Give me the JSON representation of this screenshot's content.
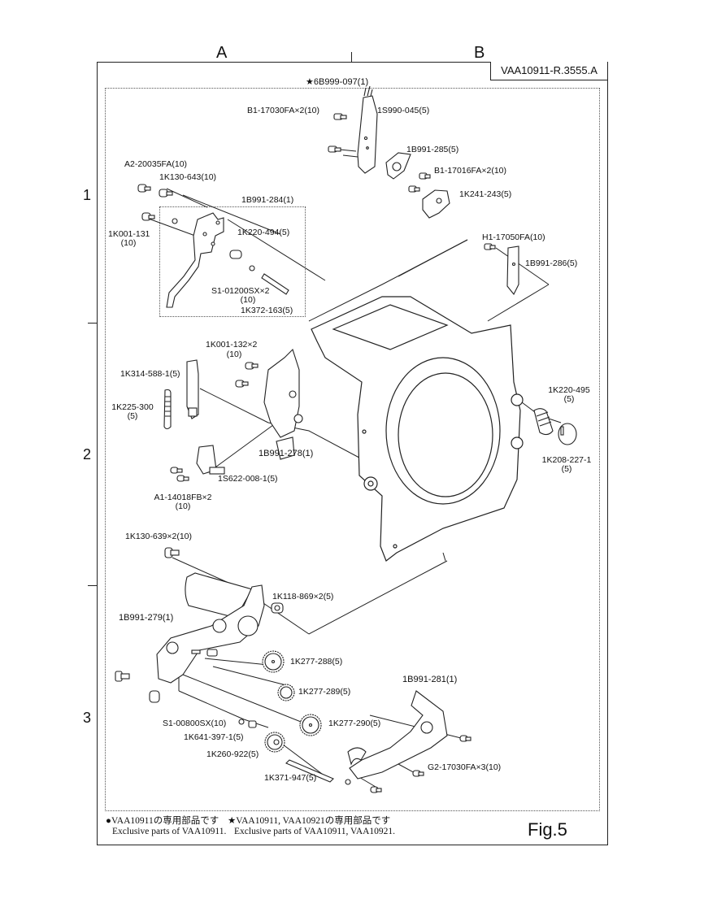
{
  "grid": {
    "columns": [
      "A",
      "B"
    ],
    "rows": [
      "1",
      "2",
      "3"
    ]
  },
  "document_id": "VAA10911-R.3555.A",
  "assembly_title": "★6B999-097(1)",
  "parts": {
    "b1_17030fa": "B1-17030FA×2(10)",
    "s1s990_045": "1S990-045(5)",
    "b991_285": "1B991-285(5)",
    "b1_17016fa": "B1-17016FA×2(10)",
    "k241_243": "1K241-243(5)",
    "a2_20035fa": "A2-20035FA(10)",
    "k130_643": "1K130-643(10)",
    "b991_284": "1B991-284(1)",
    "k001_131_a": "1K001-131",
    "k001_131_b": "(10)",
    "k220_494": "1K220-494(5)",
    "s1_01200sx_a": "S1-01200SX×2",
    "s1_01200sx_b": "(10)",
    "k372_163": "1K372-163(5)",
    "h1_17050fa": "H1-17050FA(10)",
    "b991_286": "1B991-286(5)",
    "k001_132_a": "1K001-132×2",
    "k001_132_b": "(10)",
    "k314_588": "1K314-588-1(5)",
    "k225_300_a": "1K225-300",
    "k225_300_b": "(5)",
    "b991_278": "1B991-278(1)",
    "s622_008": "1S622-008-1(5)",
    "a1_14018fb_a": "A1-14018FB×2",
    "a1_14018fb_b": "(10)",
    "k220_495_a": "1K220-495",
    "k220_495_b": "(5)",
    "k208_227_a": "1K208-227-1",
    "k208_227_b": "(5)",
    "k130_639": "1K130-639×2(10)",
    "k118_869": "1K118-869×2(5)",
    "b991_279": "1B991-279(1)",
    "k277_288": "1K277-288(5)",
    "k277_289": "1K277-289(5)",
    "k277_290": "1K277-290(5)",
    "s1_00800sx": "S1-00800SX(10)",
    "k641_397": "1K641-397-1(5)",
    "k260_922": "1K260-922(5)",
    "k371_947": "1K371-947(5)",
    "b991_281": "1B991-281(1)",
    "g2_17030fa": "G2-17030FA×3(10)"
  },
  "notes": {
    "circle_jp": "●VAA10911の専用部品です",
    "circle_en": "Exclusive parts of VAA10911.",
    "star_jp": "★VAA10911, VAA10921の専用部品です",
    "star_en": "Exclusive parts of VAA10911, VAA10921."
  },
  "figure_label": "Fig.5"
}
